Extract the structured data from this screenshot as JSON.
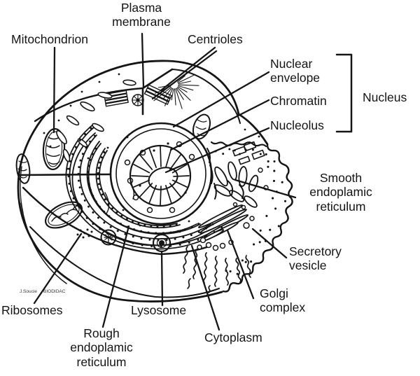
{
  "figure": {
    "description": "Animal cell cutaway diagram with labeled organelles"
  },
  "labels": {
    "plasma_membrane": "Plasma\nmembrane",
    "mitochondrion": "Mitochondrion",
    "centrioles": "Centrioles",
    "nuclear_envelope": "Nuclear\nenvelope",
    "chromatin": "Chromatin",
    "nucleolus": "Nucleolus",
    "nucleus": "Nucleus",
    "smooth_er": "Smooth\nendoplamic\nreticulum",
    "secretory_vesicle": "Secretory\nvesicle",
    "golgi_complex": "Golgi\ncomplex",
    "cytoplasm": "Cytoplasm",
    "lysosome": "Lysosome",
    "rough_er": "Rough\nendoplamic\nreticulum",
    "ribosomes": "Ribosomes"
  },
  "credit": {
    "artist": "J.Soucie",
    "source": "BIODIDAC"
  },
  "colors": {
    "ink": "#151515",
    "background": "#ffffff"
  }
}
